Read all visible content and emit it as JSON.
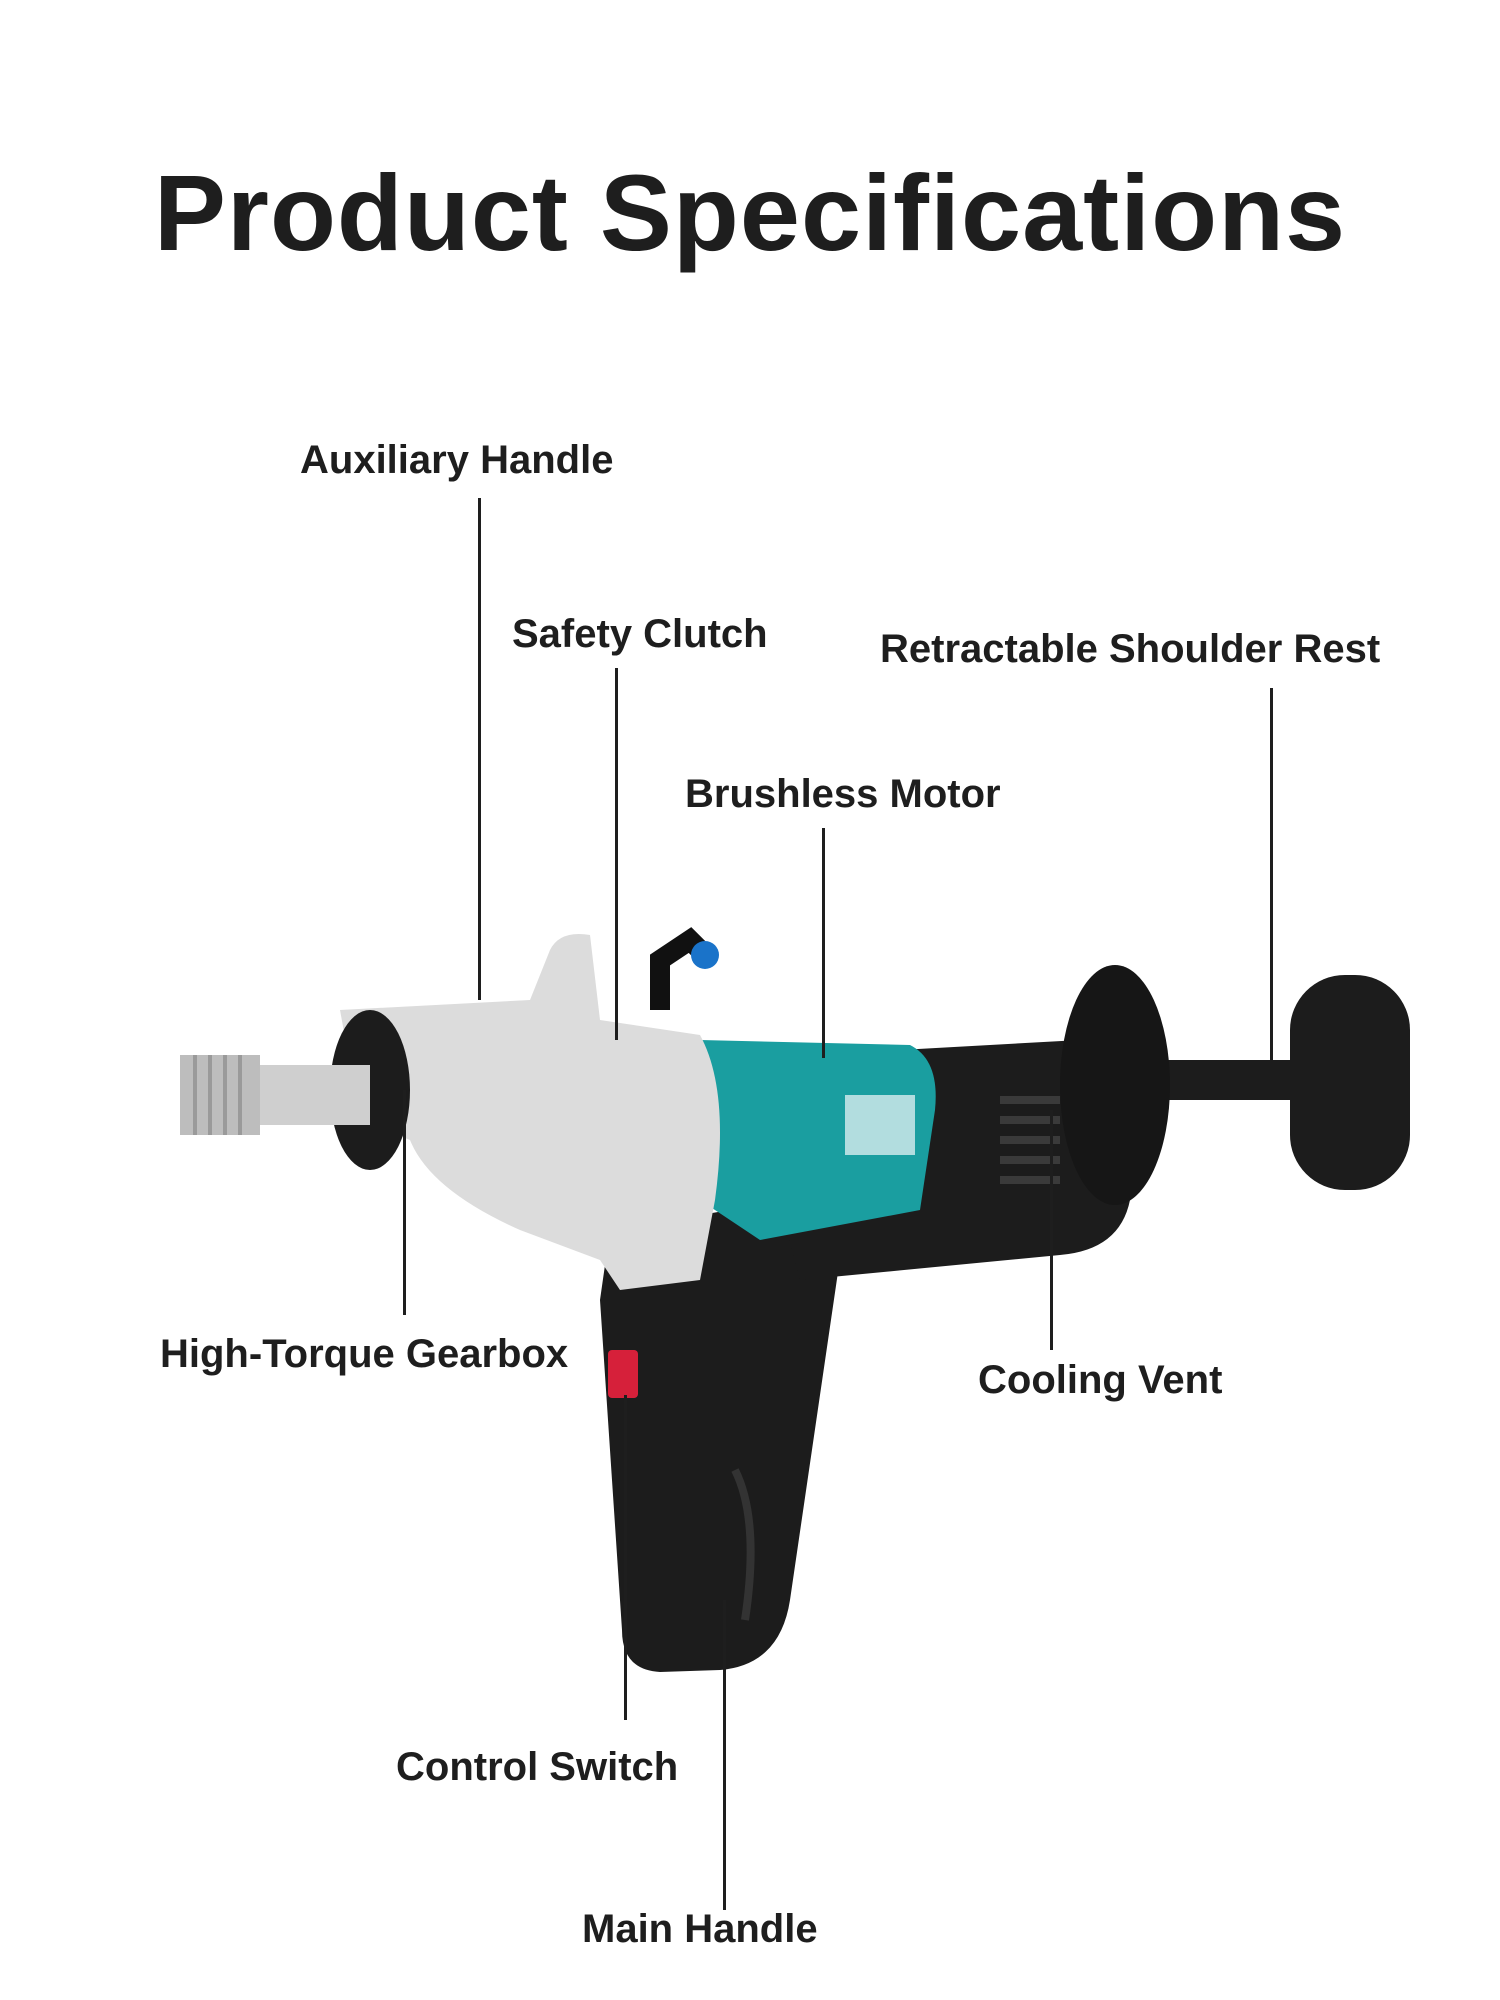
{
  "title": "Product Specifications",
  "labels": {
    "auxiliary_handle": "Auxiliary Handle",
    "safety_clutch": "Safety Clutch",
    "retractable_shoulder_rest": "Retractable Shoulder Rest",
    "brushless_motor": "Brushless Motor",
    "high_torque_gearbox": "High-Torque Gearbox",
    "cooling_vent": "Cooling Vent",
    "control_switch": "Control Switch",
    "main_handle": "Main Handle"
  },
  "colors": {
    "motor_housing": "#1a9ea0",
    "gearbox_housing": "#dcdcdc",
    "grip": "#1c1c1c",
    "switch": "#d6203a",
    "fitting": "#1a73c9",
    "text": "#1e1e1e"
  }
}
